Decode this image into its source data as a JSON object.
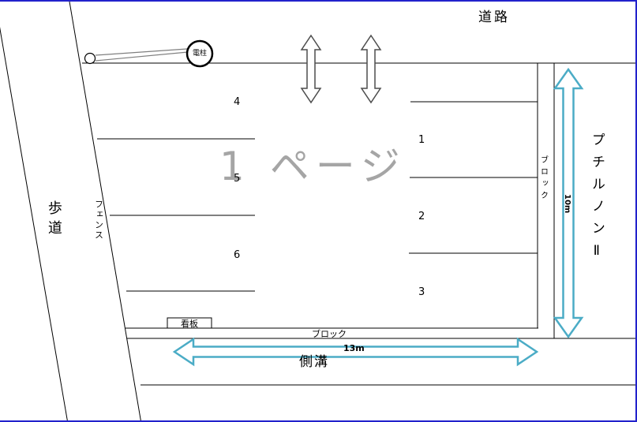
{
  "diagram": {
    "watermark": "1 ページ",
    "road_label": "道路",
    "sidewalk_label": "歩道",
    "fence_label": "フェンス",
    "utility_pole_label": "電柱",
    "building_label": "プチルノンⅡ",
    "block_wall_right_label": "ブロック",
    "block_wall_bottom_label": "ブロック",
    "signboard_label": "看板",
    "gutter_label": "側溝",
    "height_dimension": "10m",
    "width_dimension": "13m",
    "parking_spaces_left": [
      "4",
      "5",
      "6"
    ],
    "parking_spaces_right": [
      "1",
      "2",
      "3"
    ]
  },
  "colors": {
    "dimension_teal": "#4BACC6",
    "frame_blue": "#2222CC",
    "watermark_gray": "#A5A5A5",
    "diagram_line": "#000000",
    "callout_gray": "#7F7F7F",
    "arrow_outline_gray": "#4D4D4D"
  }
}
